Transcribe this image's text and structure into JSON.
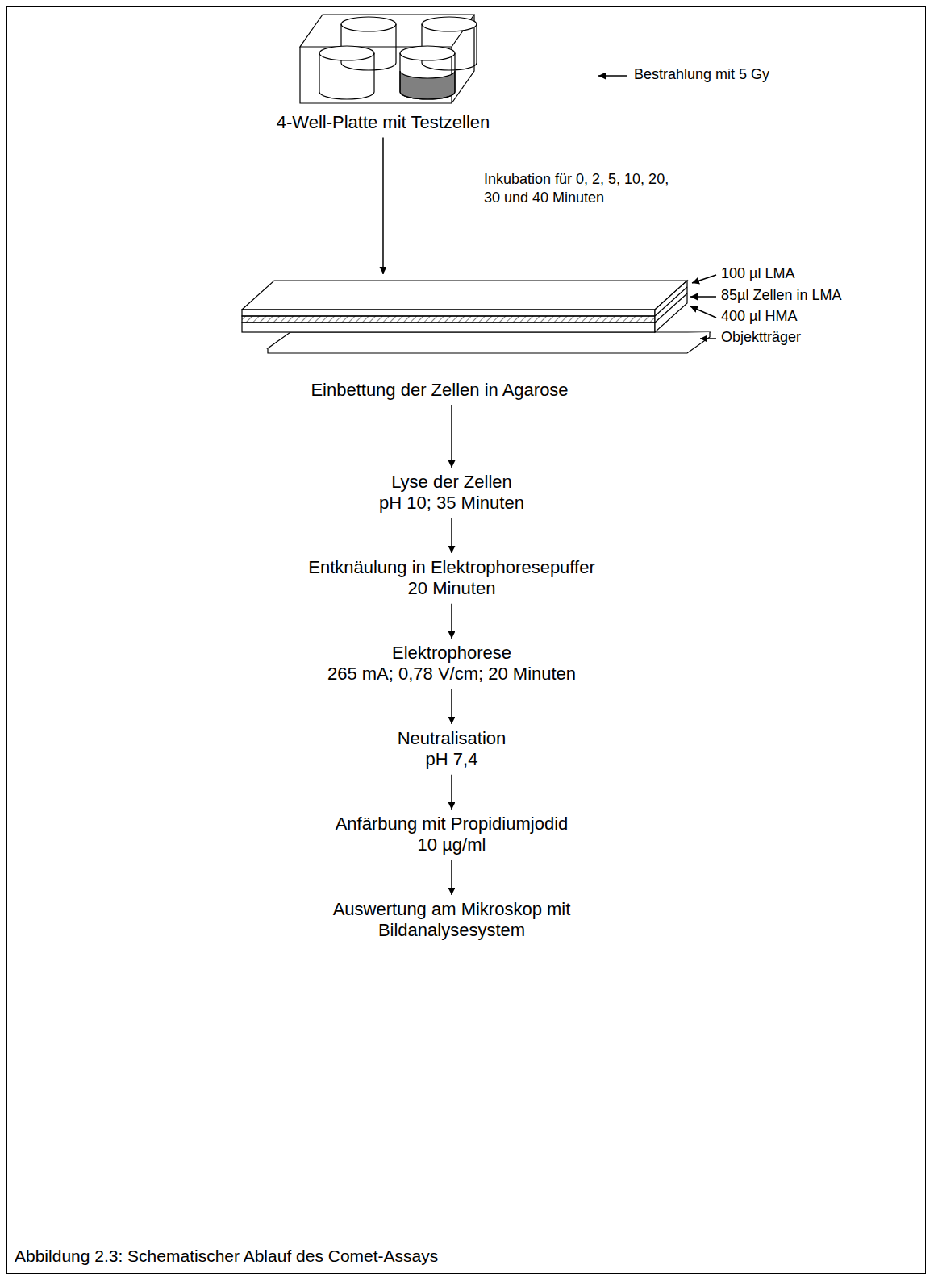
{
  "diagram": {
    "caption": "Abbildung 2.3: Schematischer Ablauf des Comet-Assays",
    "nodes": [
      {
        "text": [
          "4-Well-Platte mit Testzellen"
        ]
      },
      {
        "text": [
          "Einbettung der Zellen in Agarose"
        ]
      },
      {
        "text": [
          "Lyse der Zellen",
          "pH 10; 35 Minuten"
        ]
      },
      {
        "text": [
          "Entknäulung in Elektrophoresepuffer",
          "20 Minuten"
        ]
      },
      {
        "text": [
          "Elektrophorese",
          "265 mA; 0,78 V/cm; 20 Minuten"
        ]
      },
      {
        "text": [
          "Neutralisation",
          "pH 7,4"
        ]
      },
      {
        "text": [
          "Anfärbung mit Propidiumjodid",
          "10 µg/ml"
        ]
      },
      {
        "text": [
          "Auswertung am Mikroskop mit Bildanalysesystem"
        ]
      }
    ],
    "edges": [
      {
        "from": 0,
        "to": 1,
        "arrow": "to",
        "label": "Inkubation für 0, 2, 5, 10, 20, 30 und 40 Minuten"
      },
      {
        "from": 1,
        "to": 2,
        "arrow": "to"
      },
      {
        "from": 2,
        "to": 3,
        "arrow": "to"
      },
      {
        "from": 3,
        "to": 4,
        "arrow": "to"
      },
      {
        "from": 4,
        "to": 5,
        "arrow": "to"
      },
      {
        "from": 5,
        "to": 6,
        "arrow": "to"
      },
      {
        "from": 6,
        "to": 7,
        "arrow": "to"
      }
    ],
    "labels": [
      "Bestrahlung mit 5 Gy",
      "100 µl LMA",
      "85µl Zellen in LMA",
      "400 µl HMA",
      "Objektträger"
    ]
  }
}
